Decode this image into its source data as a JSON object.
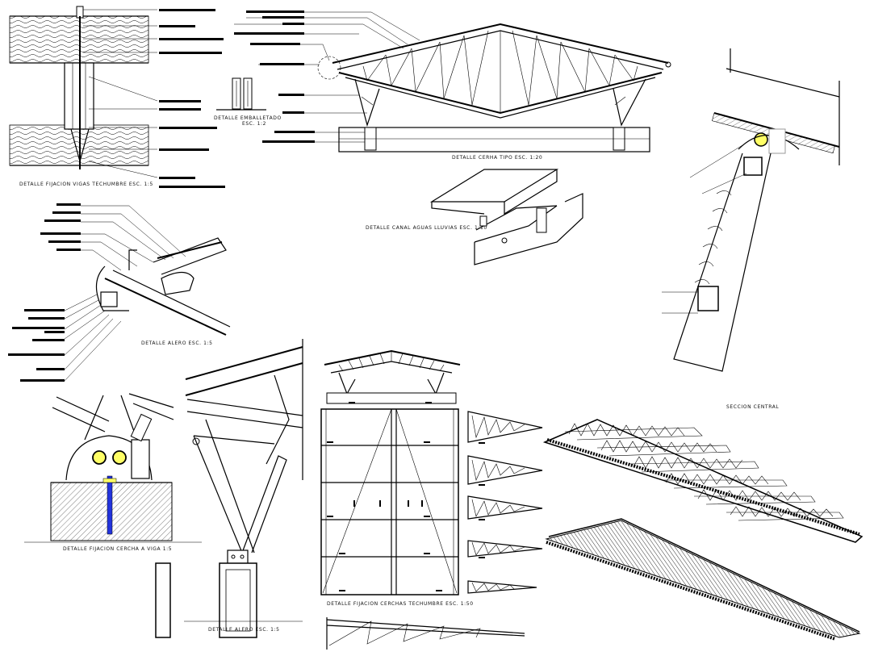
{
  "sheet": {
    "captions": {
      "fijacion_vigas": "DETALLE FIJACION VIGAS TECHUMBRE ESC. 1:5",
      "emballetado": "DETALLE EMBALLETADO",
      "emballetado_scale": "ESC. 1:2",
      "cercha_tipo": "DETALLE CERHA TIPO ESC. 1:20",
      "canal_aguas": "DETALLE CANAL AGUAS LLUVIAS ESC. 1:10",
      "alero_1": "DETALLE ALERO ESC. 1:5",
      "seccion_central": "SECCION CENTRAL",
      "fijacion_cercha_viga": "DETALLE FIJACION CERCHA A VIGA 1:5",
      "alero_2": "DETALLE ALERO ESC. 1:5",
      "fijacion_cerchas_techumbre": "DETALLE FIJACION CERCHAS TECHUMBRE ESC. 1:50"
    },
    "colors": {
      "line": "#000000",
      "bolt_fill": "#ffff66",
      "anchor_bar": "#2233dd",
      "hatch": "#000000",
      "background": "#ffffff"
    }
  }
}
